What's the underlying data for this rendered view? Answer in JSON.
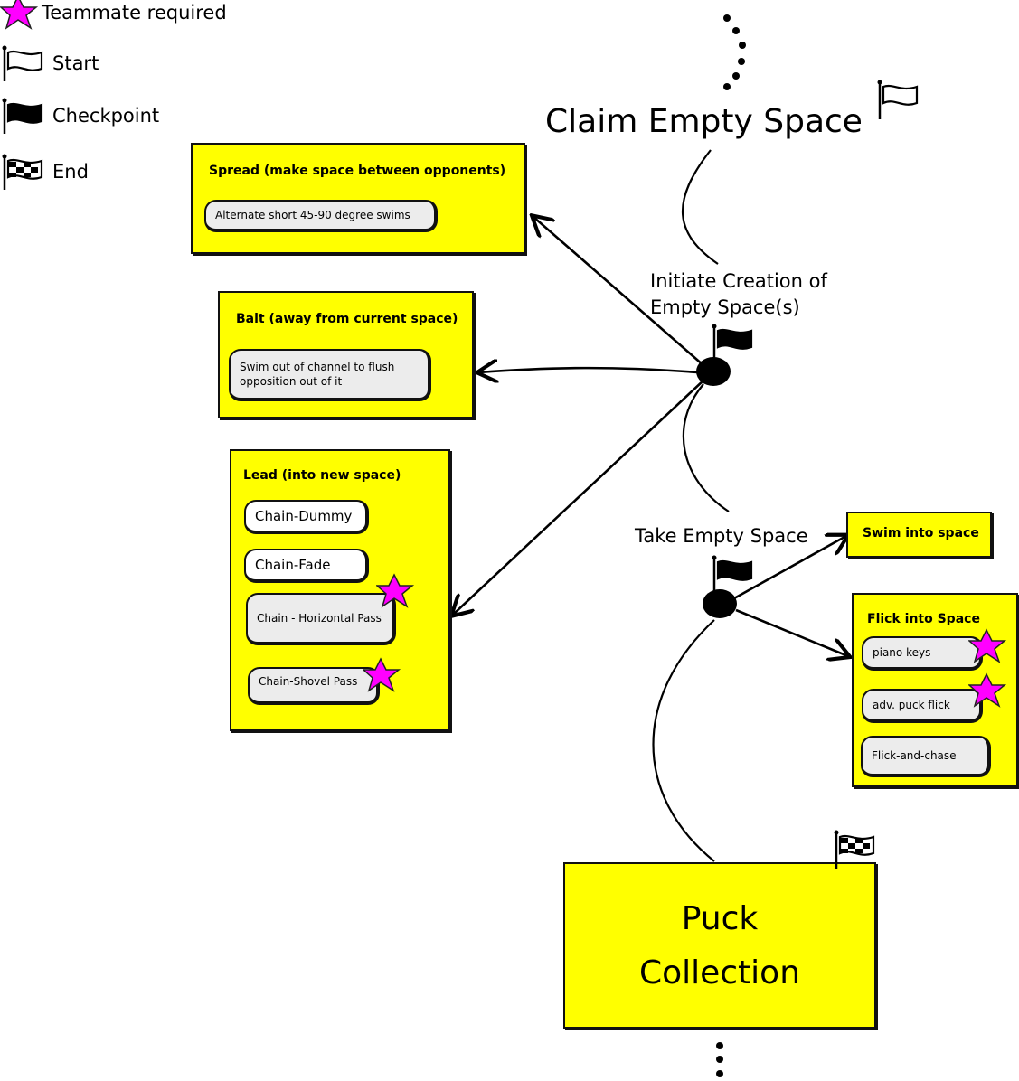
{
  "legend": {
    "teammate_required": "Teammate required",
    "start": "Start",
    "checkpoint": "Checkpoint",
    "end": "End"
  },
  "colors": {
    "box_fill": "#ffff00",
    "star": "#ff00ff",
    "pill_fill": "#ececec",
    "ink": "#000000"
  },
  "icons": [
    "star-icon",
    "start-flag-icon",
    "checkpoint-flag-icon",
    "end-flag-icon",
    "node-dot",
    "continuation-dots"
  ],
  "nodes": {
    "claim": "Claim Empty Space",
    "initiate_line1": "Initiate Creation of",
    "initiate_line2": "Empty Space(s)",
    "take": "Take Empty Space",
    "puck_line1": "Puck",
    "puck_line2": "Collection"
  },
  "boxes": {
    "spread": {
      "title": "Spread (make space between opponents)",
      "items": [
        "Alternate short 45-90 degree swims"
      ]
    },
    "bait": {
      "title": "Bait (away from current space)",
      "items": [
        "Swim out of channel to flush opposition out of it"
      ]
    },
    "lead": {
      "title": "Lead (into new space)",
      "items": [
        "Chain-Dummy",
        "Chain-Fade",
        "Chain - Horizontal Pass",
        "Chain-Shovel Pass"
      ]
    },
    "swim": {
      "title": "Swim into space"
    },
    "flick": {
      "title": "Flick into Space",
      "items": [
        "piano keys",
        "adv. puck flick",
        "Flick-and-chase"
      ]
    }
  }
}
